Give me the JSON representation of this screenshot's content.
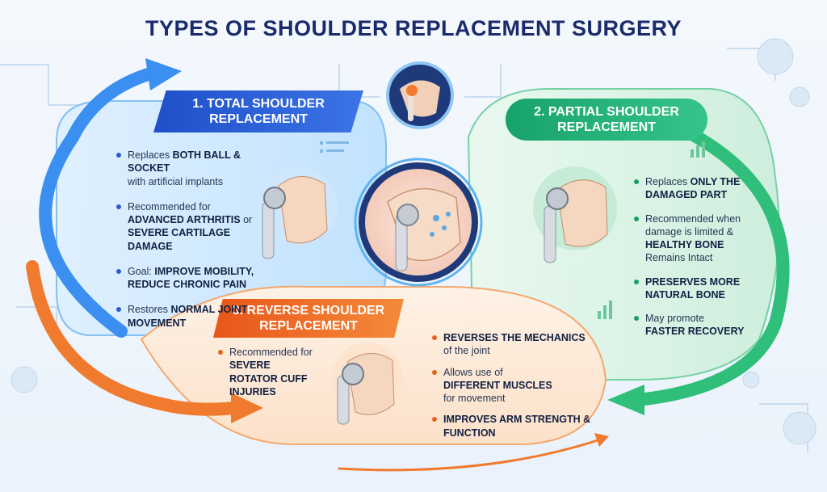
{
  "title": "TYPES OF SHOULDER REPLACEMENT SURGERY",
  "colors": {
    "blue": "#2a5bd1",
    "green": "#1a9d63",
    "orange": "#e2621f",
    "title": "#1a2b6b"
  },
  "total": {
    "banner": [
      "1. TOTAL SHOULDER",
      "REPLACEMENT"
    ],
    "items": [
      {
        "normal": "Replaces ",
        "bold": "BOTH BALL & SOCKET",
        "tail": "with artificial implants"
      },
      {
        "normal": "Recommended for",
        "bold": "ADVANCED ARTHRITIS",
        "mid": " or ",
        "bold2": "SEVERE CARTILAGE DAMAGE"
      },
      {
        "normal": "Goal: ",
        "bold": "IMPROVE MOBILITY, REDUCE CHRONIC PAIN"
      },
      {
        "normal": "Restores ",
        "bold": "NORMAL JOINT MOVEMENT"
      }
    ],
    "icon": "shoulder-implant-icon"
  },
  "partial": {
    "banner": [
      "2. PARTIAL SHOULDER",
      "REPLACEMENT"
    ],
    "items": [
      {
        "normal": "Replaces ",
        "bold": "ONLY THE DAMAGED PART"
      },
      {
        "normal": "Recommended when damage is limited &",
        "bold": "HEALTHY BONE",
        "tail": "Remains Intact"
      },
      {
        "bold": "PRESERVES MORE NATURAL BONE"
      },
      {
        "normal": "May promote",
        "bold": "FASTER RECOVERY"
      }
    ],
    "icon": "shoulder-implant-icon"
  },
  "reverse": {
    "banner": [
      "3. REVERSE SHOULDER",
      "REPLACEMENT"
    ],
    "items_left": [
      {
        "normal": "Recommended for ",
        "bold": "SEVERE ROTATOR CUFF INJURIES"
      }
    ],
    "items_right": [
      {
        "bold": "REVERSES THE MECHANICS",
        "tail": "of the joint"
      },
      {
        "normal": "Allows use of",
        "bold": "DIFFERENT MUSCLES",
        "tail": "for movement"
      },
      {
        "bold": "IMPROVES ARM STRENGTH & FUNCTION"
      }
    ],
    "icon": "shoulder-implant-icon"
  },
  "center_icon": "shoulder-joint-icon",
  "top_icon": "shoulder-xray-icon"
}
